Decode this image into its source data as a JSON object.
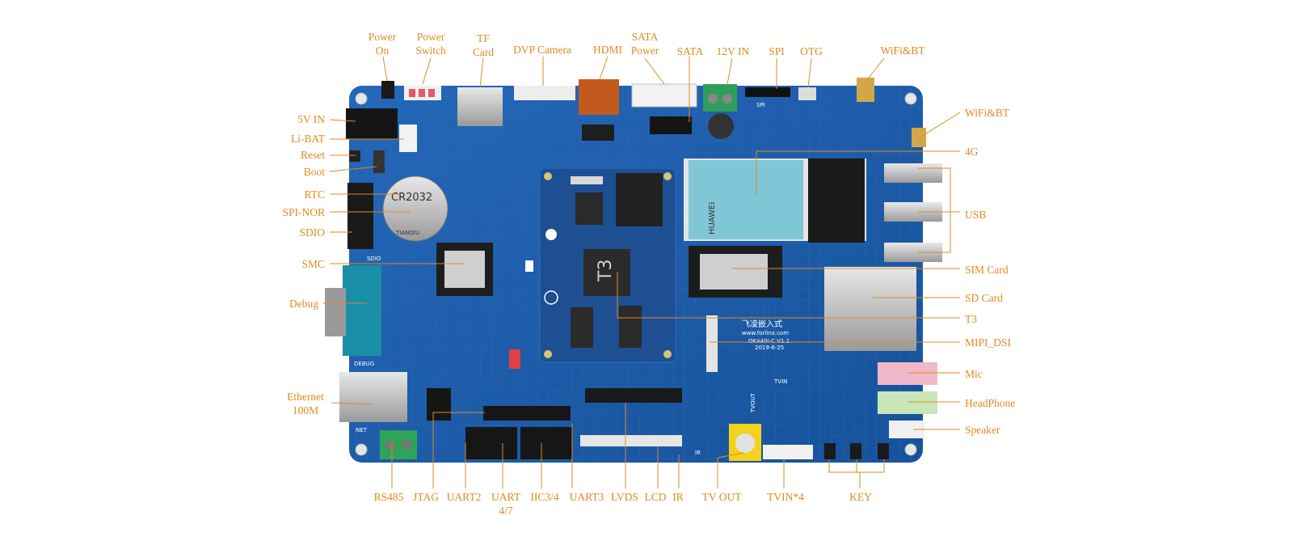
{
  "labels": {
    "power_on": "Power\nOn",
    "power_switch": "Power\nSwitch",
    "tf_card": "TF\nCard",
    "dvp_camera": "DVP Camera",
    "hdmi": "HDMI",
    "sata_power": "SATA\nPower",
    "sata": "SATA",
    "in12v": "12V IN",
    "spi": "SPI",
    "otg": "OTG",
    "wifi_bt_top": "WiFi&BT",
    "in5v": "5V IN",
    "li_bat": "Li-BAT",
    "reset": "Reset",
    "boot": "Boot",
    "rtc": "RTC",
    "spi_nor": "SPI-NOR",
    "sdio": "SDIO",
    "smc": "SMC",
    "debug": "Debug",
    "ethernet": "Ethernet\n100M",
    "wifi_bt_right": "WiFi&BT",
    "g4": "4G",
    "usb": "USB",
    "sim_card": "SIM Card",
    "sd_card": "SD Card",
    "t3": "T3",
    "mipi_dsi": "MIPI_DSI",
    "mic": "Mic",
    "headphone": "HeadPhone",
    "speaker": "Speaker",
    "rs485": "RS485",
    "jtag": "JTAG",
    "uart2": "UART2",
    "uart47": "UART\n4/7",
    "iic34": "IIC3/4",
    "uart3": "UART3",
    "lvds": "LVDS",
    "lcd": "LCD",
    "ir": "IR",
    "tv_out": "TV OUT",
    "tvin4": "TVIN*4",
    "key": "KEY"
  },
  "board": {
    "silk_sdio": "SDIO",
    "silk_debug": "DEBUG",
    "silk_net": "NET",
    "silk_tvin": "TVIN",
    "silk_tvout": "TVOUT",
    "silk_ir": "IR",
    "silk_spi": "SPI",
    "silk_brand": "飞凌嵌入式",
    "silk_web": "www.forlinx.com",
    "silk_model": "OKA40i-C V1.1",
    "silk_date": "2019-6-25",
    "cpu_mark": "T3",
    "battery_mark": "CR2032",
    "battery_brand": "TIANQIU",
    "module_brand": "HUAWEI"
  },
  "colors": {
    "label": "#e08a1e",
    "leader": "#e08a1e",
    "pcb": "#1c5aa8",
    "pcb_dark": "#153f7a",
    "connector_dark": "#1a1a1a"
  }
}
